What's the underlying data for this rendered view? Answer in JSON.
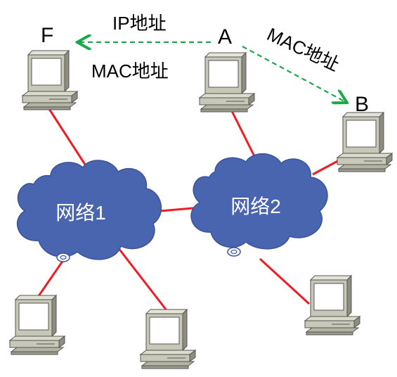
{
  "labels": {
    "node_f": "F",
    "node_a": "A",
    "node_b": "B",
    "ip_address": "IP地址",
    "mac_address_left": "MAC地址",
    "mac_address_right": "MAC地址"
  },
  "networks": {
    "net1": "网络1",
    "net2": "网络2"
  },
  "colors": {
    "link": "#ee1c24",
    "arrow": "#1aa84a",
    "cloud": "#4a65b0",
    "computer_body": "#c8c8b8",
    "computer_shadow": "#8e8e80"
  }
}
